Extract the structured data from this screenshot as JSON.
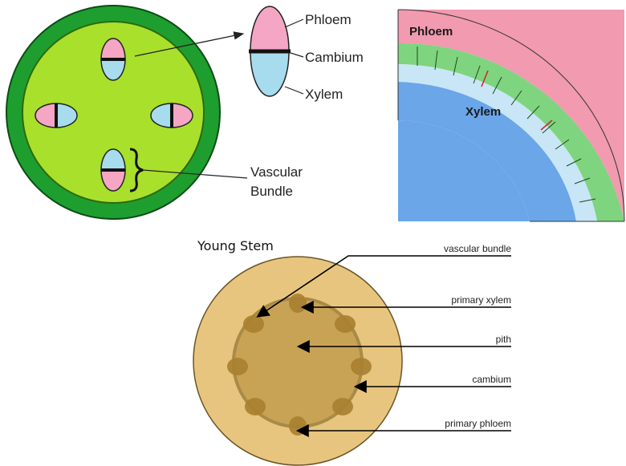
{
  "top_left": {
    "labels": {
      "phloem": "Phloem",
      "cambium": "Cambium",
      "xylem": "Xylem",
      "vascular_line1": "Vascular",
      "vascular_line2": "Bundle"
    },
    "colors": {
      "epidermis": "#1e9e2f",
      "cortex": "#a9e02b",
      "phloem": "#f4a6c4",
      "xylem": "#a6dced",
      "cambium": "#111111"
    }
  },
  "top_right": {
    "labels": {
      "phloem": "Phloem",
      "xylem": "Xylem"
    },
    "colors": {
      "phloem": "#f19ab0",
      "xylem": "#6aa6e8",
      "cambium": "#7fd47f"
    }
  },
  "bottom": {
    "title": "Young Stem",
    "labels": {
      "vascular_bundle": "vascular bundle",
      "primary_xylem": "primary xylem",
      "pith": "pith",
      "cambium": "cambium",
      "primary_phloem": "primary phloem"
    },
    "colors": {
      "outer": "#e8c57e",
      "inner": "#c9a355",
      "bundle": "#a98030"
    }
  }
}
